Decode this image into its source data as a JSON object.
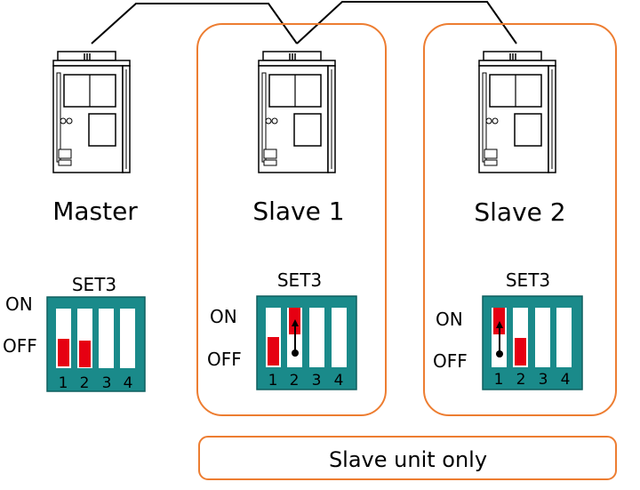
{
  "units": [
    {
      "name": "Master",
      "dip_title": "SET3",
      "on_label": "ON",
      "off_label": "OFF",
      "switch_numbers": [
        "1",
        "2",
        "3",
        "4"
      ]
    },
    {
      "name": "Slave 1",
      "dip_title": "SET3",
      "on_label": "ON",
      "off_label": "OFF",
      "switch_numbers": [
        "1",
        "2",
        "3",
        "4"
      ]
    },
    {
      "name": "Slave 2",
      "dip_title": "SET3",
      "on_label": "ON",
      "off_label": "OFF",
      "switch_numbers": [
        "1",
        "2",
        "3",
        "4"
      ]
    }
  ],
  "note": "Slave unit only",
  "colors": {
    "dip_body": "#1a8a8a",
    "switch_active": "#e60012",
    "frame": "#ed7d31"
  }
}
